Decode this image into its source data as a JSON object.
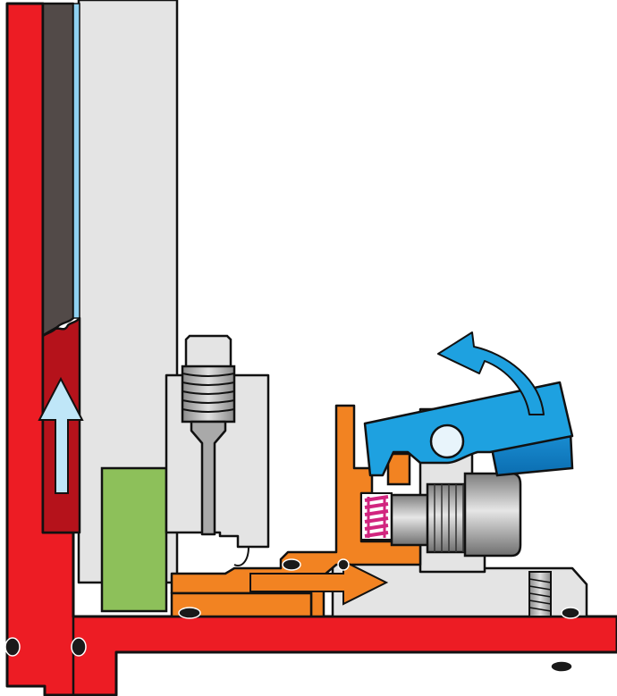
{
  "diagram": {
    "kind": "mechanical cross-section",
    "labels": [],
    "colors": {
      "frame": "#ed1c24",
      "frame_dark": "#b5121b",
      "outline": "#111111",
      "liner": "#524a48",
      "liner_edge": "#8fd2f2",
      "housing": "#e4e4e4",
      "block": "#8dc05a",
      "plunger": "#f28322",
      "lever": "#1ea1e0",
      "lever_dark": "#0e7cc0",
      "spring": "#d1257f",
      "bolt": "#a7a7a7",
      "stud": "#a9a9a9",
      "arrow_flow": "#bfe6f8",
      "arrow_rotate": "#1ea1e0",
      "arrow_push": "#f28322",
      "seal": "#1a1a1a"
    },
    "arrows": [
      {
        "id": "flow-up",
        "direction": "up"
      },
      {
        "id": "plunger-push",
        "direction": "right"
      },
      {
        "id": "lever-rotate",
        "direction": "counter-clockwise"
      }
    ],
    "seals_count": 7
  }
}
